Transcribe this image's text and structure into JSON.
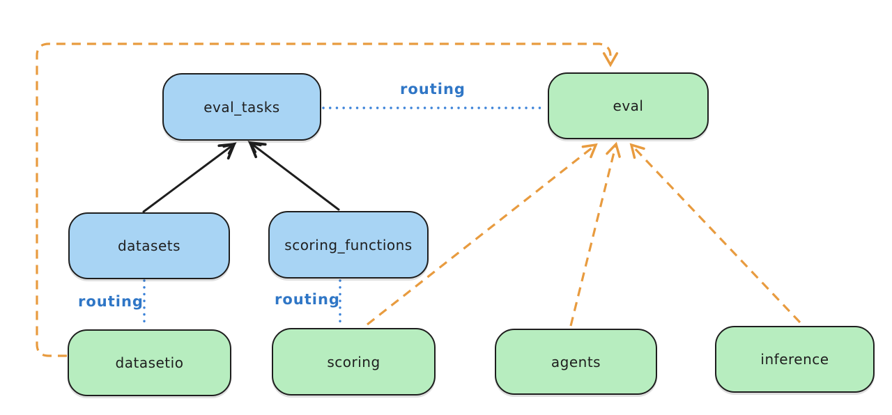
{
  "diagram": {
    "nodes": [
      {
        "id": "eval_tasks",
        "label": "eval_tasks",
        "kind": "api"
      },
      {
        "id": "datasets",
        "label": "datasets",
        "kind": "api"
      },
      {
        "id": "scoring_functions",
        "label": "scoring_functions",
        "kind": "api"
      },
      {
        "id": "eval",
        "label": "eval",
        "kind": "provider"
      },
      {
        "id": "datasetio",
        "label": "datasetio",
        "kind": "provider"
      },
      {
        "id": "scoring",
        "label": "scoring",
        "kind": "provider"
      },
      {
        "id": "agents",
        "label": "agents",
        "kind": "provider"
      },
      {
        "id": "inference",
        "label": "inference",
        "kind": "provider"
      }
    ],
    "edges": [
      {
        "from": "datasets",
        "to": "eval_tasks",
        "style": "solid-black-arrow",
        "label": ""
      },
      {
        "from": "scoring_functions",
        "to": "eval_tasks",
        "style": "solid-black-arrow",
        "label": ""
      },
      {
        "from": "eval_tasks",
        "to": "eval",
        "style": "dotted-blue",
        "label": "routing"
      },
      {
        "from": "datasets",
        "to": "datasetio",
        "style": "dotted-blue",
        "label": "routing"
      },
      {
        "from": "scoring_functions",
        "to": "scoring",
        "style": "dotted-blue",
        "label": "routing"
      },
      {
        "from": "datasetio",
        "to": "eval",
        "style": "dashed-orange-arrow",
        "label": ""
      },
      {
        "from": "scoring",
        "to": "eval",
        "style": "dashed-orange-arrow",
        "label": ""
      },
      {
        "from": "agents",
        "to": "eval",
        "style": "dashed-orange-arrow",
        "label": ""
      },
      {
        "from": "inference",
        "to": "eval",
        "style": "dashed-orange-arrow",
        "label": ""
      }
    ],
    "edge_labels": {
      "eval_tasks_eval": "routing",
      "datasets_datasetio": "routing",
      "scoring_functions_scoring": "routing"
    },
    "colors": {
      "background": "#ffffff",
      "api_node_fill": "#a8d4f4",
      "provider_node_fill": "#b7edbf",
      "node_stroke": "#1e1e1e",
      "routing_text": "#2f76c6",
      "routing_line": "#3b82d8",
      "orange_arrow": "#e89b3f",
      "black_line": "#1e1e1e"
    }
  }
}
